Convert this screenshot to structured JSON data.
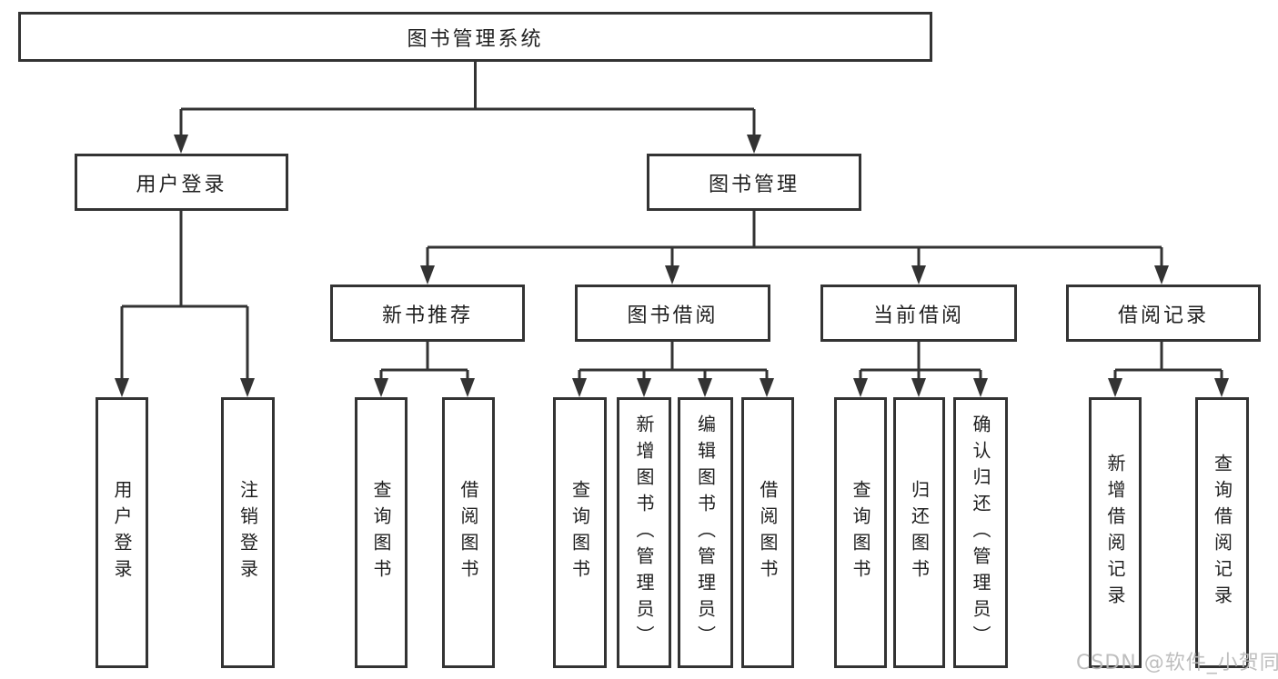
{
  "diagram": {
    "root": {
      "label": "图书管理系统"
    },
    "branches": [
      {
        "label": "用户登录",
        "children": [
          {
            "label": "用户登录"
          },
          {
            "label": "注销登录"
          }
        ]
      },
      {
        "label": "图书管理",
        "groups": [
          {
            "label": "新书推荐",
            "children": [
              {
                "label": "查询图书"
              },
              {
                "label": "借阅图书"
              }
            ]
          },
          {
            "label": "图书借阅",
            "children": [
              {
                "label": "查询图书"
              },
              {
                "label": "新增图书（管理员）"
              },
              {
                "label": "编辑图书（管理员）"
              },
              {
                "label": "借阅图书"
              }
            ]
          },
          {
            "label": "当前借阅",
            "children": [
              {
                "label": "查询图书"
              },
              {
                "label": "归还图书"
              },
              {
                "label": "确认归还（管理员）"
              }
            ]
          },
          {
            "label": "借阅记录",
            "children": [
              {
                "label": "新增借阅记录"
              },
              {
                "label": "查询借阅记录"
              }
            ]
          }
        ]
      }
    ]
  },
  "watermark": {
    "text": "CSDN @软件_小贺同学"
  },
  "colors": {
    "line": "#333333",
    "box_border": "#333333",
    "text": "#1f1f1f",
    "watermark": "#b9b9b9",
    "background": "#ffffff"
  }
}
